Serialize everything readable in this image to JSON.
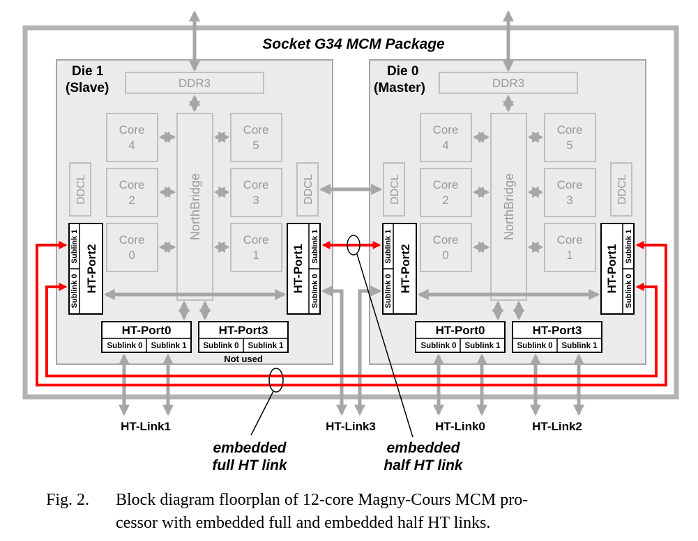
{
  "package": {
    "title": "Socket G34 MCM Package"
  },
  "die1": {
    "name": "Die 1",
    "role": "(Slave)",
    "ddr": "DDR3",
    "ddcl": "DDCL",
    "northbridge": "NorthBridge",
    "cores": [
      {
        "word": "Core",
        "num": "4"
      },
      {
        "word": "Core",
        "num": "5"
      },
      {
        "word": "Core",
        "num": "2"
      },
      {
        "word": "Core",
        "num": "3"
      },
      {
        "word": "Core",
        "num": "0"
      },
      {
        "word": "Core",
        "num": "1"
      }
    ],
    "port2": "HT-Port2",
    "port1": "HT-Port1",
    "port0": "HT-Port0",
    "port3": "HT-Port3",
    "sublink0": "Sublink 0",
    "sublink1": "Sublink 1",
    "not_used": "Not used"
  },
  "die0": {
    "name": "Die 0",
    "role": "(Master)",
    "ddr": "DDR3",
    "ddcl": "DDCL",
    "northbridge": "NorthBridge",
    "cores": [
      {
        "word": "Core",
        "num": "4"
      },
      {
        "word": "Core",
        "num": "5"
      },
      {
        "word": "Core",
        "num": "2"
      },
      {
        "word": "Core",
        "num": "3"
      },
      {
        "word": "Core",
        "num": "0"
      },
      {
        "word": "Core",
        "num": "1"
      }
    ],
    "port2": "HT-Port2",
    "port1": "HT-Port1",
    "port0": "HT-Port0",
    "port3": "HT-Port3",
    "sublink0": "Sublink 0",
    "sublink1": "Sublink 1"
  },
  "links": {
    "ht_link1": "HT-Link1",
    "ht_link3": "HT-Link3",
    "ht_link0": "HT-Link0",
    "ht_link2": "HT-Link2"
  },
  "annotations": {
    "full_line1": "embedded",
    "full_line2": "full HT link",
    "half_line1": "embedded",
    "half_line2": "half HT link"
  },
  "caption": {
    "fig": "Fig. 2.",
    "text_line1": "Block diagram floorplan of 12-core Magny-Cours MCM pro-",
    "text_line2": "cessor with embedded full and embedded half HT links."
  },
  "colors": {
    "outline": "#b3b3b3",
    "die_fill": "#ebebeb",
    "block_border": "#bfbfbf",
    "arrow_gray": "#a6a6a6",
    "ht_red": "#ff0000"
  }
}
